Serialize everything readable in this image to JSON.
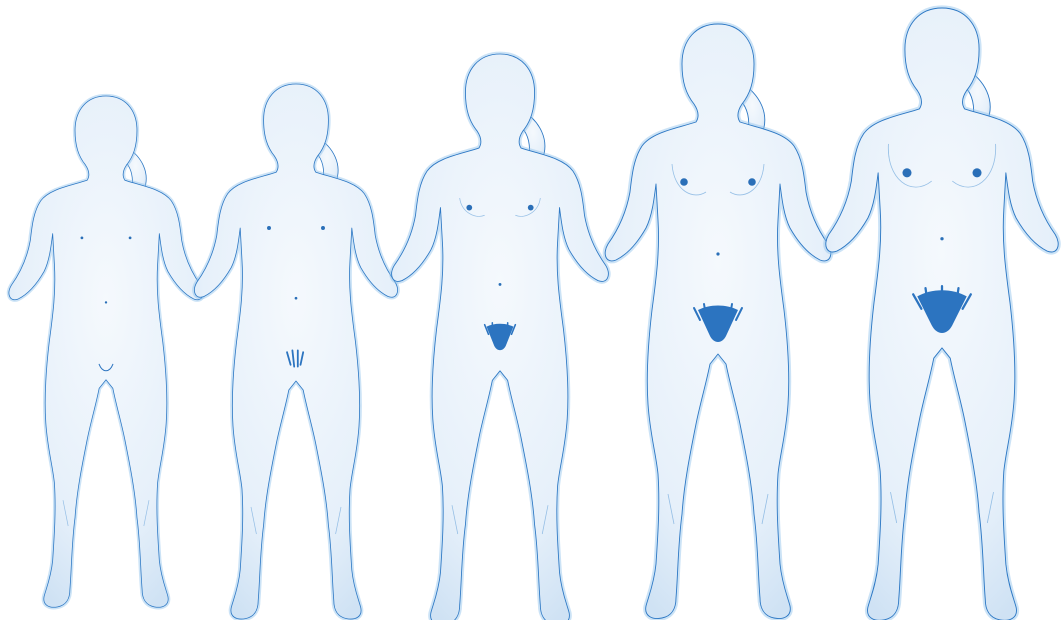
{
  "diagram": {
    "stage_count": 5,
    "colors": {
      "background": "#ffffff",
      "skin_light": "#f3f8fd",
      "skin_mid": "#dbe9f7",
      "outline": "#2d78c4",
      "marks": "#2a6fb8"
    },
    "stages": [
      {
        "stage": 1,
        "breast_development": 0.0,
        "pubic_hair": 0.0
      },
      {
        "stage": 2,
        "breast_development": 0.15,
        "pubic_hair": 0.25
      },
      {
        "stage": 3,
        "breast_development": 0.4,
        "pubic_hair": 0.5
      },
      {
        "stage": 4,
        "breast_development": 0.7,
        "pubic_hair": 0.8
      },
      {
        "stage": 5,
        "breast_development": 1.0,
        "pubic_hair": 1.0
      }
    ]
  }
}
